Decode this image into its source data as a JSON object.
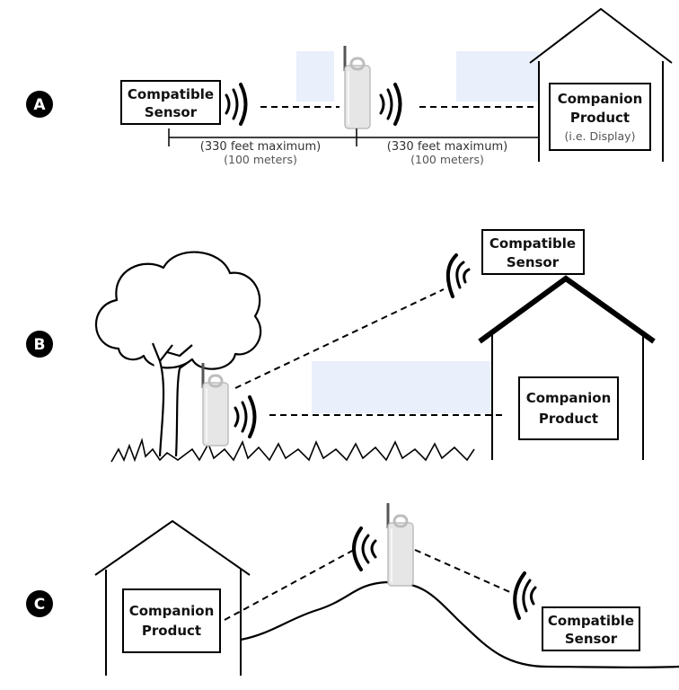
{
  "badges": {
    "a": "A",
    "b": "B",
    "c": "C"
  },
  "diagram_a": {
    "sensor_label": [
      "Compatible",
      "Sensor"
    ],
    "companion_label": [
      "Companion",
      "Product"
    ],
    "companion_note": "(i.e. Display)",
    "distance_1": "(330 feet maximum)",
    "distance_1_metric": "(100 meters)",
    "distance_2": "(330 feet maximum)",
    "distance_2_metric": "(100 meters)"
  },
  "diagram_b": {
    "sensor_label": [
      "Compatible",
      "Sensor"
    ],
    "companion_label": [
      "Companion",
      "Product"
    ]
  },
  "diagram_c": {
    "companion_label": [
      "Companion",
      "Product"
    ],
    "sensor_label": [
      "Compatible",
      "Sensor"
    ]
  },
  "colors": {
    "ink": "#000000",
    "highlight": "#e9effb",
    "repeater": "#e4e4e4"
  }
}
